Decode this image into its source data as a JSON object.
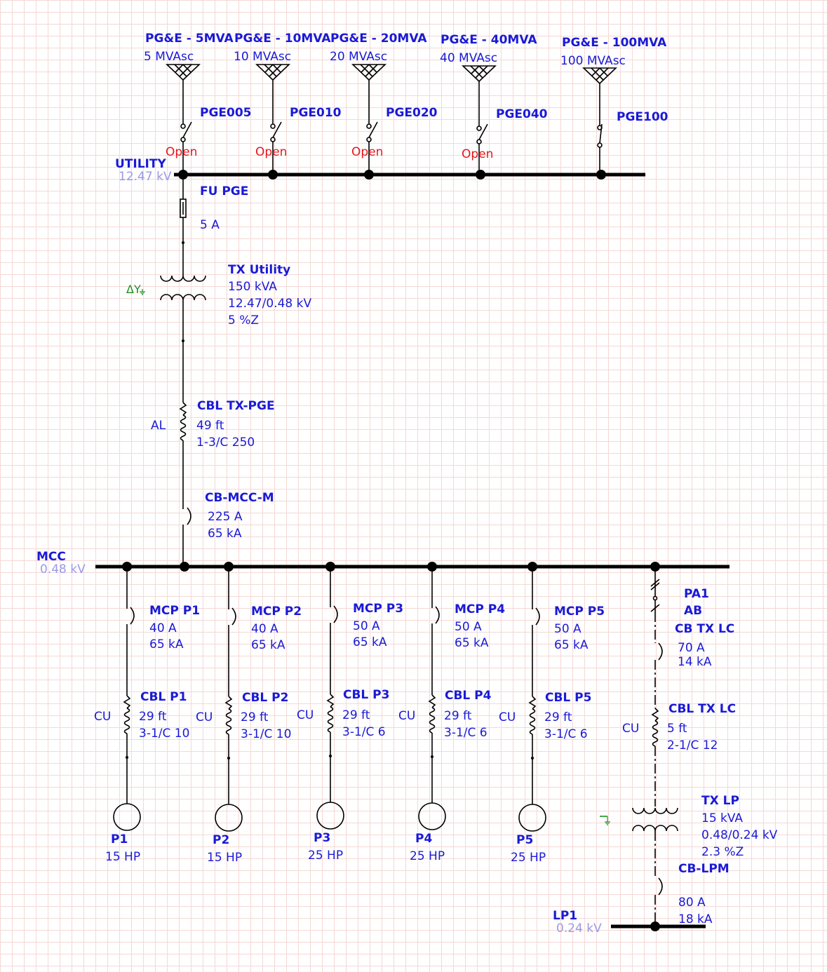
{
  "utilities": [
    {
      "name": "PG&E - 5MVA",
      "rating": "5 MVAsc",
      "switch": "PGE005",
      "state": "Open"
    },
    {
      "name": "PG&E - 10MVA",
      "rating": "10 MVAsc",
      "switch": "PGE010",
      "state": "Open"
    },
    {
      "name": "PG&E - 20MVA",
      "rating": "20 MVAsc",
      "switch": "PGE020",
      "state": "Open"
    },
    {
      "name": "PG&E - 40MVA",
      "rating": "40 MVAsc",
      "switch": "PGE040",
      "state": "Open"
    },
    {
      "name": "PG&E - 100MVA",
      "rating": "100 MVAsc",
      "switch": "PGE100",
      "state": ""
    }
  ],
  "utility_bus": {
    "name": "UTILITY",
    "kv": "12.47 kV"
  },
  "fuse": {
    "name": "FU PGE",
    "rating": "5 A"
  },
  "tx_utility": {
    "name": "TX Utility",
    "kva": "150 kVA",
    "voltage": "12.47/0.48 kV",
    "z": "5 %Z",
    "conn": "ΔY"
  },
  "cbl_tx": {
    "name": "CBL TX-PGE",
    "material": "AL",
    "length": "49 ft",
    "size": "1-3/C 250"
  },
  "cb_main": {
    "name": "CB-MCC-M",
    "amps": "225 A",
    "ka": "65 kA"
  },
  "mcc_bus": {
    "name": "MCC",
    "kv": "0.48 kV"
  },
  "feeders": [
    {
      "mcp": "MCP P1",
      "mcp_a": "40 A",
      "mcp_ka": "65 kA",
      "cbl": "CBL P1",
      "mat": "CU",
      "len": "29 ft",
      "size": "3-1/C 10",
      "motor": "P1",
      "hp": "15 HP"
    },
    {
      "mcp": "MCP P2",
      "mcp_a": "40 A",
      "mcp_ka": "65 kA",
      "cbl": "CBL P2",
      "mat": "CU",
      "len": "29 ft",
      "size": "3-1/C 10",
      "motor": "P2",
      "hp": "15 HP"
    },
    {
      "mcp": "MCP P3",
      "mcp_a": "50 A",
      "mcp_ka": "65 kA",
      "cbl": "CBL P3",
      "mat": "CU",
      "len": "29 ft",
      "size": "3-1/C 6",
      "motor": "P3",
      "hp": "25 HP"
    },
    {
      "mcp": "MCP P4",
      "mcp_a": "50 A",
      "mcp_ka": "65 kA",
      "cbl": "CBL P4",
      "mat": "CU",
      "len": "29 ft",
      "size": "3-1/C 6",
      "motor": "P4",
      "hp": "25 HP"
    },
    {
      "mcp": "MCP P5",
      "mcp_a": "50 A",
      "mcp_ka": "65 kA",
      "cbl": "CBL P5",
      "mat": "CU",
      "len": "29 ft",
      "size": "3-1/C 6",
      "motor": "P5",
      "hp": "25 HP"
    }
  ],
  "pa1": {
    "name": "PA1",
    "sub": "AB"
  },
  "cb_tx_lc": {
    "name": "CB TX LC",
    "amps": "70 A",
    "ka": "14 kA"
  },
  "cbl_tx_lc": {
    "name": "CBL TX LC",
    "material": "CU",
    "length": "5 ft",
    "size": "2-1/C 12"
  },
  "tx_lp": {
    "name": "TX LP",
    "kva": "15 kVA",
    "voltage": "0.48/0.24 kV",
    "z": "2.3 %Z"
  },
  "cb_lpm": {
    "name": "CB-LPM",
    "amps": "80 A",
    "ka": "18 kA"
  },
  "lp1_bus": {
    "name": "LP1",
    "kv": "0.24 kV"
  }
}
